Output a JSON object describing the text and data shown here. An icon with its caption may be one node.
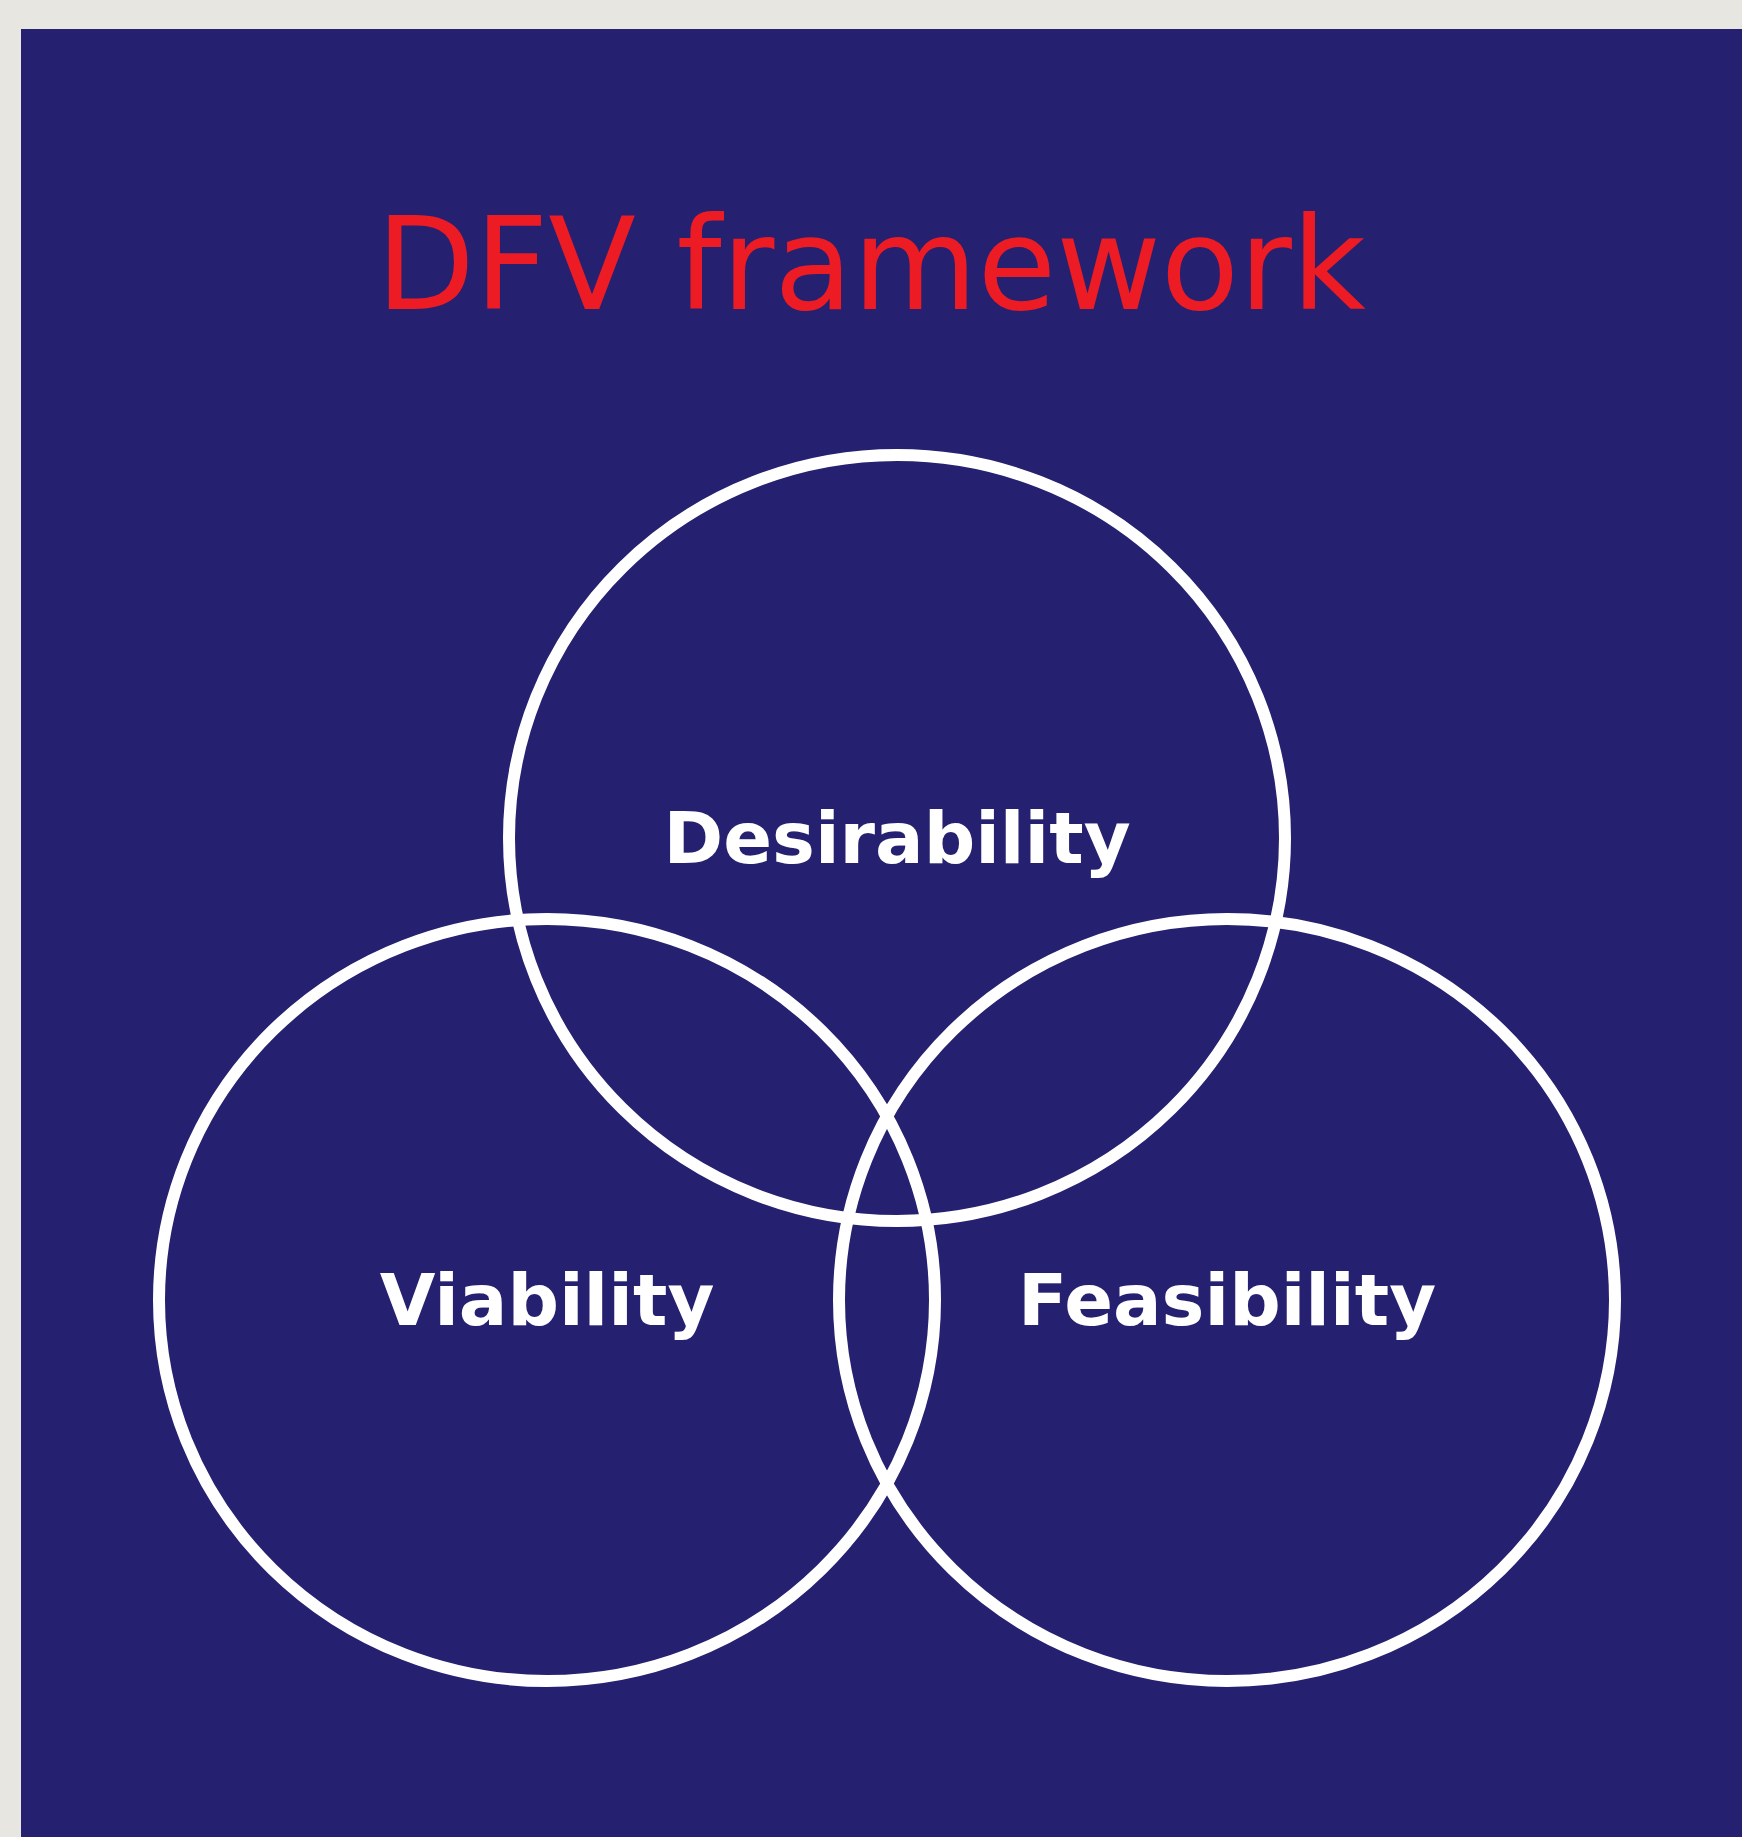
{
  "diagram": {
    "title": "DFV framework",
    "nodes": [
      {
        "text": [
          "Desirability"
        ]
      },
      {
        "text": [
          "Viability"
        ]
      },
      {
        "text": [
          "Feasibility"
        ]
      }
    ],
    "edges": []
  }
}
